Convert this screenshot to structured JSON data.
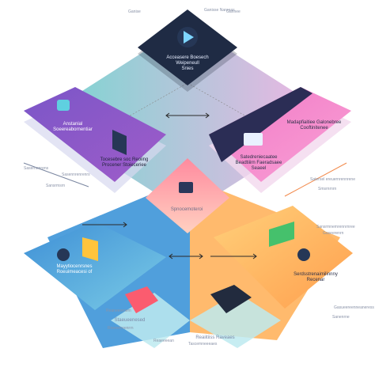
{
  "diagram": {
    "nodes": {
      "top": {
        "label": "Acceasere Boesech\nWeipeneull\nSnies",
        "icon": "play-icon"
      },
      "left": {
        "title": "Anstanial\nSoeereabornentiar",
        "sub": "Tocesebre soc Reoiing\nProcener Stoieceriee",
        "icon": "play-document-icon"
      },
      "right": {
        "title": "Madapfiaitiee Galonebree\nCooftinitenee",
        "sub": "Satedreniecaatee\nBeadtiiirn Faeradsaee\nSeaeel",
        "icon": "monitor-icon"
      },
      "center": {
        "label": "Spnocemoteroi",
        "icon": "people-icon"
      },
      "bottom_left": {
        "label": "Mayytiocenrsnes\nRoeuimeacesi of",
        "icon": "equalizer-icon"
      },
      "bottom_right": {
        "label": "Serdsstrenaimilinnny\nRecenar",
        "icon": "download-icon"
      },
      "bottom_left_low": {
        "label": "Staeueenesed",
        "icon": "colored-blocks-icon"
      },
      "bottom_right_low": {
        "label": "Reaiitiiss Raveaes",
        "icon": "people-desk-icon"
      }
    },
    "annotations": [
      "Ganisse Nanreas",
      "Ganise",
      "Sasernenrens",
      "Sasennrenrenrs",
      "Sansrmsrn",
      "Satersel ereuernrennrene",
      "Smsrnrnrn",
      "Sansrmnemrennrnree",
      "Gaseerenrn",
      "Gasueereenneaneress",
      "Sanenrne",
      "Reaneerenem",
      "Rneeerreenrrn",
      "Reaeeeean",
      "Tascemneeeaes",
      "Gannee"
    ]
  }
}
